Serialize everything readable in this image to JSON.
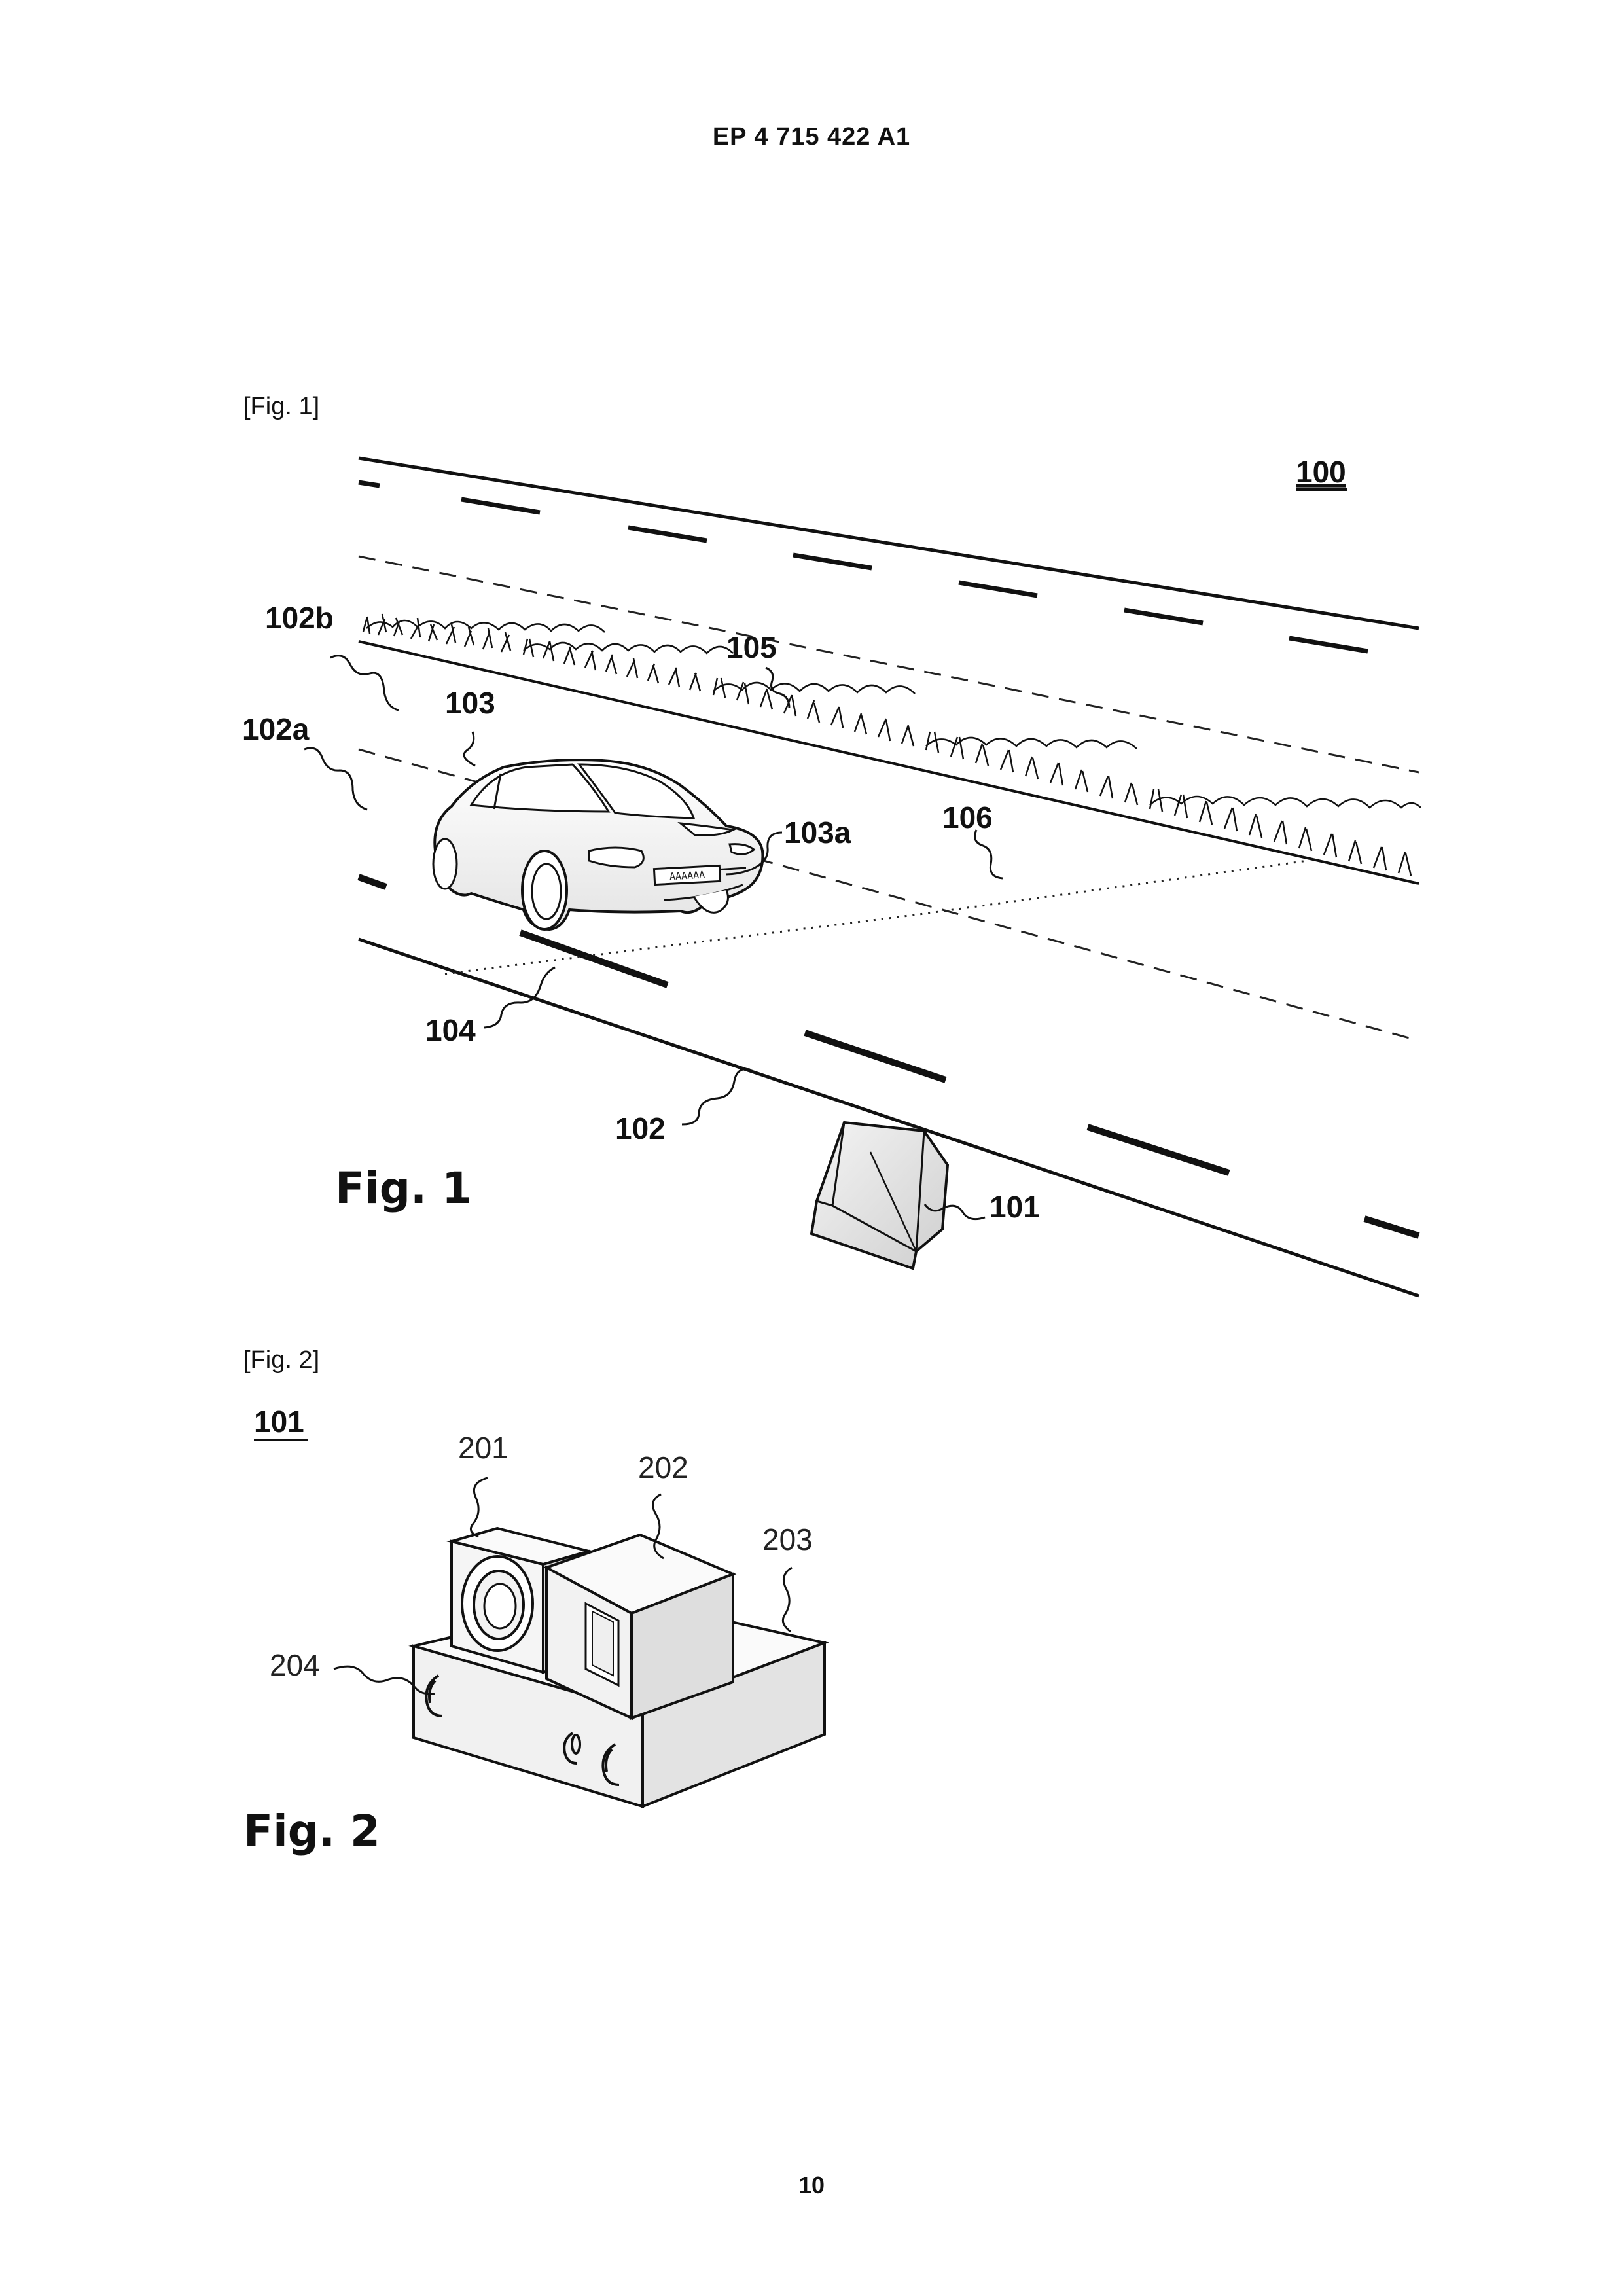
{
  "header": {
    "publication_number": "EP 4 715 422 A1"
  },
  "footer": {
    "page_number": "10"
  },
  "figure1": {
    "tag": "[Fig. 1]",
    "caption": "Fig. 1",
    "refs": {
      "system": "100",
      "sensor_unit": "101",
      "road": "102",
      "lane_a": "102a",
      "lane_b": "102b",
      "vehicle": "103",
      "license_plate": "103a",
      "lane_marking": "104",
      "vegetation": "105",
      "detection_line": "106"
    },
    "plate_text": "AAAAAA"
  },
  "figure2": {
    "tag": "[Fig. 2]",
    "caption": "Fig. 2",
    "refs": {
      "device": "101",
      "camera": "201",
      "module": "202",
      "base": "203",
      "handles": "204"
    }
  },
  "colors": {
    "ink": "#111111",
    "paper": "#ffffff"
  }
}
